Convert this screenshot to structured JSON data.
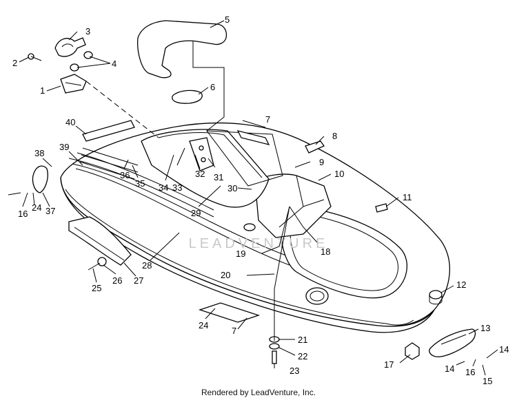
{
  "labels": {
    "l1": "1",
    "l2": "2",
    "l3": "3",
    "l4": "4",
    "l5": "5",
    "l6": "6",
    "l7a": "7",
    "l7b": "7",
    "l8": "8",
    "l9": "9",
    "l10": "10",
    "l11": "11",
    "l12": "12",
    "l13": "13",
    "l14a": "14",
    "l14b": "14",
    "l15": "15",
    "l16a": "16",
    "l16b": "16",
    "l17": "17",
    "l18": "18",
    "l19": "19",
    "l20": "20",
    "l21": "21",
    "l22": "22",
    "l23": "23",
    "l24a": "24",
    "l24b": "24",
    "l25": "25",
    "l26": "26",
    "l27": "27",
    "l28": "28",
    "l29": "29",
    "l30": "30",
    "l31": "31",
    "l32": "32",
    "l33": "33",
    "l34": "34",
    "l35": "35",
    "l36": "36",
    "l37": "37",
    "l38": "38",
    "l39": "39",
    "l40": "40"
  },
  "watermark": "LEADVENTURE",
  "footer": "Rendered by LeadVenture, Inc."
}
